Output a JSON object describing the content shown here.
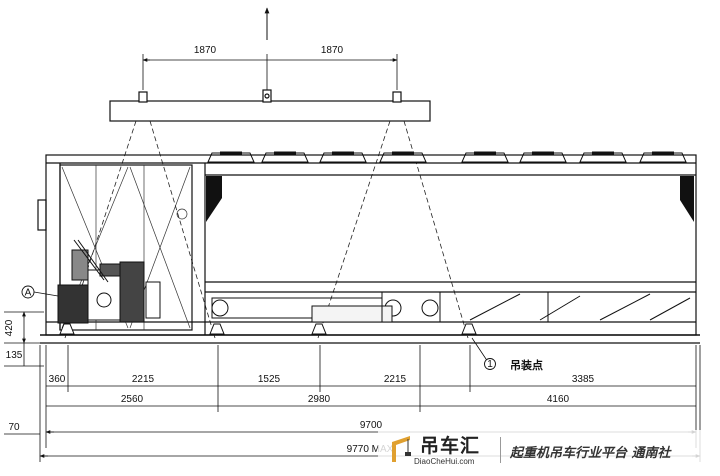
{
  "dimensions": {
    "top_left_span": "1870",
    "top_right_span": "1870",
    "height_420": "420",
    "height_135": "135",
    "height_70": "70",
    "row1": [
      "360",
      "2215",
      "1525",
      "2215",
      "3385"
    ],
    "row2": [
      "2560",
      "2980",
      "4160"
    ],
    "row3": "9700",
    "row4": "9770 MAX"
  },
  "labels": {
    "callout_a": "A",
    "callout_1": "1",
    "lifting_point": "吊装点"
  },
  "watermark": {
    "brand": "吊车汇",
    "url": "DiaoCheHui.com",
    "caption": "起重机吊车行业平台 通南社"
  }
}
